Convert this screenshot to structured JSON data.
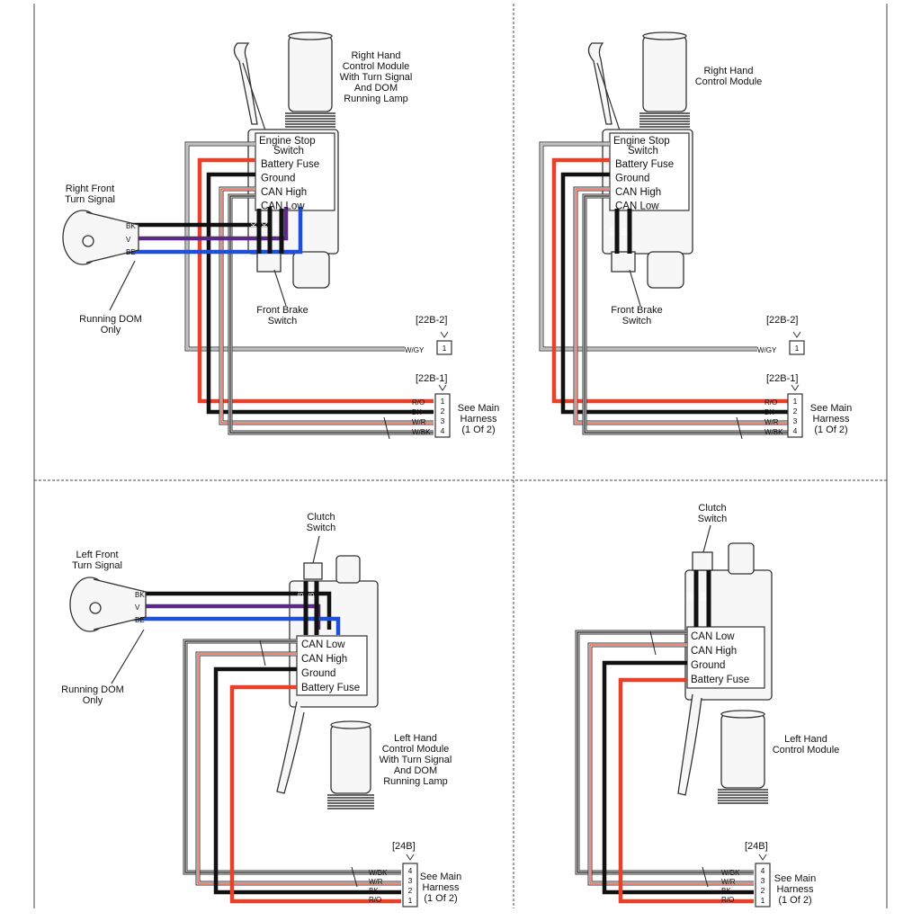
{
  "colors": {
    "red": "#e8412a",
    "black": "#111111",
    "violet": "#5b2a86",
    "blue": "#1f4fd6",
    "gray": "#9a9a9a",
    "white": "#ffffff"
  },
  "panels": {
    "top_left": {
      "module_label": [
        "Right Hand",
        "Control Module",
        "With Turn Signal",
        "And DOM",
        "Running Lamp"
      ],
      "box_lines": [
        "Engine Stop",
        "Switch",
        "Battery Fuse",
        "Ground",
        "CAN High",
        "CAN Low"
      ],
      "vertical_bk": [
        "BK",
        "BK",
        "BK"
      ],
      "turn_signal_label": [
        "Right Front",
        "Turn Signal"
      ],
      "turn_wires": [
        "BK",
        "V",
        "BE"
      ],
      "running_dom_label": [
        "Running DOM",
        "Only"
      ],
      "brake_label": [
        "Front Brake",
        "Switch"
      ],
      "conn_a": {
        "id": "[22B-2]",
        "wire": "W/GY",
        "pins": [
          "1"
        ]
      },
      "conn_b": {
        "id": "[22B-1]",
        "wires": [
          "R/O",
          "BK",
          "W/R",
          "W/BK"
        ],
        "pins": [
          "1",
          "2",
          "3",
          "4"
        ]
      },
      "harness_label": [
        "See Main",
        "Harness",
        "(1 Of 2)"
      ]
    },
    "top_right": {
      "module_label": [
        "Right Hand",
        "Control Module"
      ],
      "box_lines": [
        "Engine Stop",
        "Switch",
        "Battery Fuse",
        "Ground",
        "CAN High",
        "CAN Low"
      ],
      "vertical_bk": [
        "BK",
        "BK"
      ],
      "brake_label": [
        "Front Brake",
        "Switch"
      ],
      "conn_a": {
        "id": "[22B-2]",
        "wire": "W/GY",
        "pins": [
          "1"
        ]
      },
      "conn_b": {
        "id": "[22B-1]",
        "wires": [
          "R/O",
          "BK",
          "W/R",
          "W/BK"
        ],
        "pins": [
          "1",
          "2",
          "3",
          "4"
        ]
      },
      "harness_label": [
        "See Main",
        "Harness",
        "(1 Of 2)"
      ]
    },
    "bottom_left": {
      "clutch_label": [
        "Clutch",
        "Switch"
      ],
      "vertical_bk": [
        "BK",
        "BK"
      ],
      "turn_signal_label": [
        "Left Front",
        "Turn Signal"
      ],
      "turn_wires": [
        "BK",
        "V",
        "BE"
      ],
      "running_dom_label": [
        "Running DOM",
        "Only"
      ],
      "box_lines": [
        "CAN Low",
        "CAN High",
        "Ground",
        "Battery Fuse"
      ],
      "module_label": [
        "Left Hand",
        "Control Module",
        "With Turn Signal",
        "And DOM",
        "Running Lamp"
      ],
      "conn": {
        "id": "[24B]",
        "wires": [
          "W/BK",
          "W/R",
          "BK",
          "R/O"
        ],
        "pins": [
          "4",
          "3",
          "2",
          "1"
        ]
      },
      "harness_label": [
        "See Main",
        "Harness",
        "(1 Of 2)"
      ]
    },
    "bottom_right": {
      "clutch_label": [
        "Clutch",
        "Switch"
      ],
      "vertical_bk": [
        "BK",
        "BK"
      ],
      "box_lines": [
        "CAN Low",
        "CAN High",
        "Ground",
        "Battery Fuse"
      ],
      "module_label": [
        "Left Hand",
        "Control Module"
      ],
      "conn": {
        "id": "[24B]",
        "wires": [
          "W/BK",
          "W/R",
          "BK",
          "R/O"
        ],
        "pins": [
          "4",
          "3",
          "2",
          "1"
        ]
      },
      "harness_label": [
        "See Main",
        "Harness",
        "(1 Of 2)"
      ]
    }
  }
}
